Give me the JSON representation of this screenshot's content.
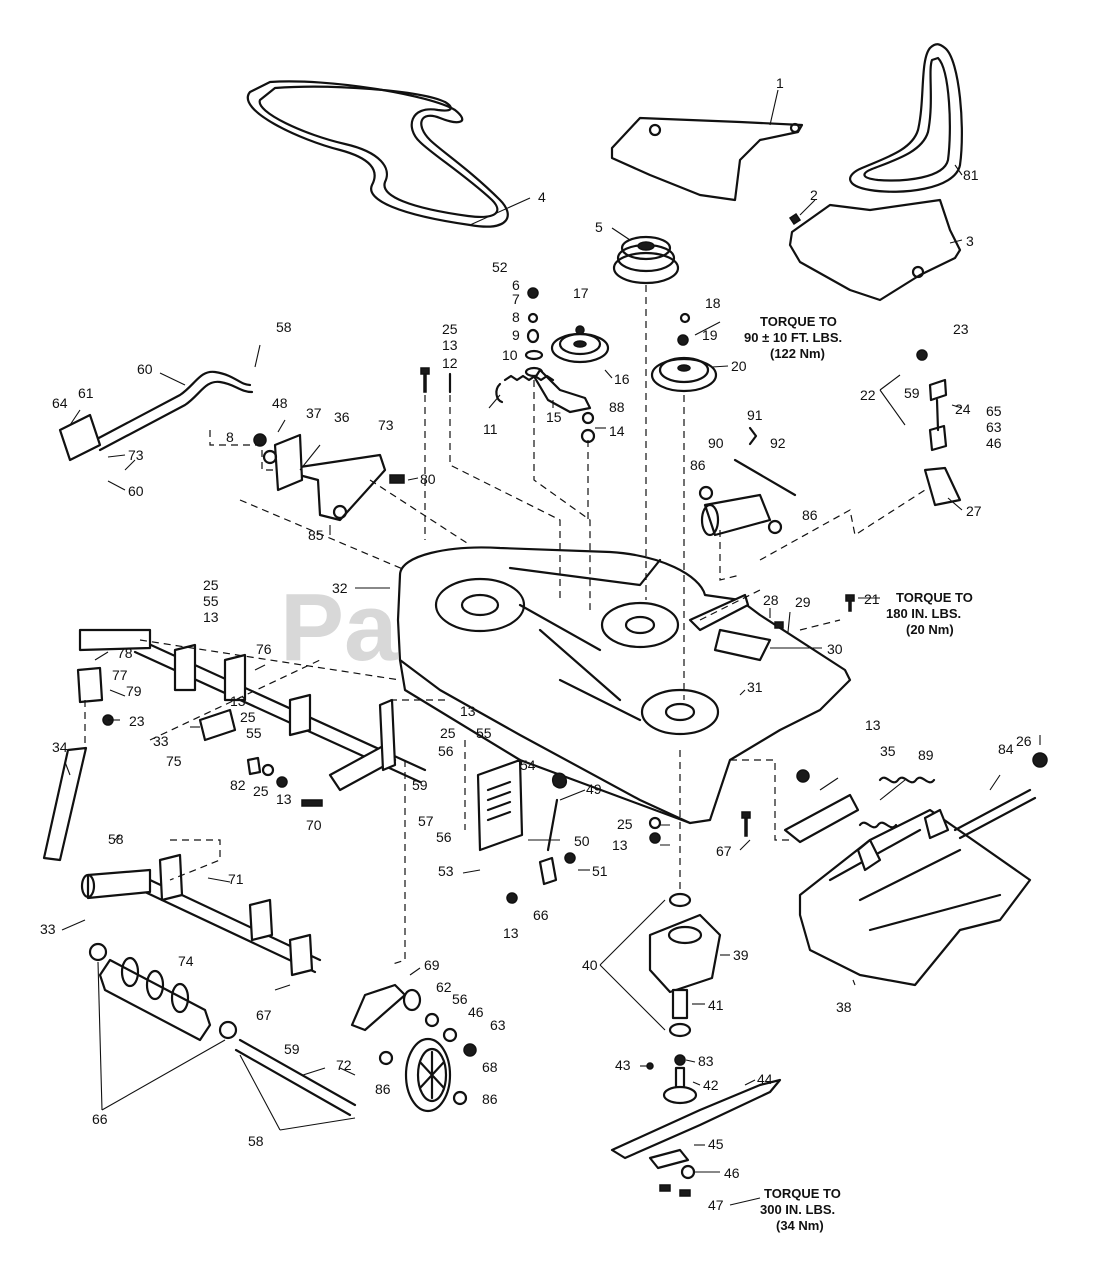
{
  "watermark": "PartsTree",
  "torque_notes": [
    {
      "id": "n19",
      "lines": [
        "TORQUE TO",
        "90 ± 10 FT. LBS.",
        "(122 Nm)"
      ]
    },
    {
      "id": "n21",
      "lines": [
        "TORQUE TO",
        "180 IN. LBS.",
        "(20 Nm)"
      ]
    },
    {
      "id": "n47",
      "lines": [
        "TORQUE TO",
        "300 IN. LBS.",
        "(34 Nm)"
      ]
    }
  ],
  "labels": [
    {
      "id": "l1",
      "text": "1"
    },
    {
      "id": "l81",
      "text": "81"
    },
    {
      "id": "l4",
      "text": "4"
    },
    {
      "id": "l2",
      "text": "2"
    },
    {
      "id": "l3",
      "text": "3"
    },
    {
      "id": "l52",
      "text": "52"
    },
    {
      "id": "l6",
      "text": "6"
    },
    {
      "id": "l7",
      "text": "7"
    },
    {
      "id": "l8a",
      "text": "8"
    },
    {
      "id": "l9",
      "text": "9"
    },
    {
      "id": "l10",
      "text": "10"
    },
    {
      "id": "l5",
      "text": "5"
    },
    {
      "id": "l17",
      "text": "17"
    },
    {
      "id": "l18",
      "text": "18"
    },
    {
      "id": "l19",
      "text": "19"
    },
    {
      "id": "l16",
      "text": "16"
    },
    {
      "id": "l20",
      "text": "20"
    },
    {
      "id": "l23a",
      "text": "23"
    },
    {
      "id": "l22",
      "text": "22"
    },
    {
      "id": "l59a",
      "text": "59"
    },
    {
      "id": "l24",
      "text": "24"
    },
    {
      "id": "l65",
      "text": "65"
    },
    {
      "id": "l63a",
      "text": "63"
    },
    {
      "id": "l46a",
      "text": "46"
    },
    {
      "id": "l27",
      "text": "27"
    },
    {
      "id": "l25a",
      "text": "25"
    },
    {
      "id": "l13a",
      "text": "13"
    },
    {
      "id": "l12",
      "text": "12"
    },
    {
      "id": "l11",
      "text": "11"
    },
    {
      "id": "l15",
      "text": "15"
    },
    {
      "id": "l88",
      "text": "88"
    },
    {
      "id": "l14",
      "text": "14"
    },
    {
      "id": "l58a",
      "text": "58"
    },
    {
      "id": "l60a",
      "text": "60"
    },
    {
      "id": "l64",
      "text": "64"
    },
    {
      "id": "l61",
      "text": "61"
    },
    {
      "id": "l48",
      "text": "48"
    },
    {
      "id": "l37",
      "text": "37"
    },
    {
      "id": "l36",
      "text": "36"
    },
    {
      "id": "l8b",
      "text": "8"
    },
    {
      "id": "l73a",
      "text": "73"
    },
    {
      "id": "l73b",
      "text": "73"
    },
    {
      "id": "l80",
      "text": "80"
    },
    {
      "id": "l60b",
      "text": "60"
    },
    {
      "id": "l85",
      "text": "85"
    },
    {
      "id": "l91",
      "text": "91"
    },
    {
      "id": "l90",
      "text": "90"
    },
    {
      "id": "l92",
      "text": "92"
    },
    {
      "id": "l86a",
      "text": "86"
    },
    {
      "id": "l86b",
      "text": "86"
    },
    {
      "id": "l32",
      "text": "32"
    },
    {
      "id": "l28",
      "text": "28"
    },
    {
      "id": "l29",
      "text": "29"
    },
    {
      "id": "l21",
      "text": "21"
    },
    {
      "id": "l30",
      "text": "30"
    },
    {
      "id": "l31",
      "text": "31"
    },
    {
      "id": "l25b",
      "text": "25"
    },
    {
      "id": "l55a",
      "text": "55"
    },
    {
      "id": "l13b",
      "text": "13"
    },
    {
      "id": "l78",
      "text": "78"
    },
    {
      "id": "l77",
      "text": "77"
    },
    {
      "id": "l76",
      "text": "76"
    },
    {
      "id": "l79",
      "text": "79"
    },
    {
      "id": "l23b",
      "text": "23"
    },
    {
      "id": "l13c",
      "text": "13"
    },
    {
      "id": "l25c",
      "text": "25"
    },
    {
      "id": "l55b",
      "text": "55"
    },
    {
      "id": "l33a",
      "text": "33"
    },
    {
      "id": "l75",
      "text": "75"
    },
    {
      "id": "l34",
      "text": "34"
    },
    {
      "id": "l82",
      "text": "82"
    },
    {
      "id": "l25d",
      "text": "25"
    },
    {
      "id": "l13d",
      "text": "13"
    },
    {
      "id": "l70",
      "text": "70"
    },
    {
      "id": "l13e",
      "text": "13"
    },
    {
      "id": "l25e",
      "text": "25"
    },
    {
      "id": "l56a",
      "text": "56"
    },
    {
      "id": "l55c",
      "text": "55"
    },
    {
      "id": "l59b",
      "text": "59"
    },
    {
      "id": "l57",
      "text": "57"
    },
    {
      "id": "l56b",
      "text": "56"
    },
    {
      "id": "l54",
      "text": "54"
    },
    {
      "id": "l49",
      "text": "49"
    },
    {
      "id": "l53",
      "text": "53"
    },
    {
      "id": "l50",
      "text": "50"
    },
    {
      "id": "l51",
      "text": "51"
    },
    {
      "id": "l25f",
      "text": "25"
    },
    {
      "id": "l13f",
      "text": "13"
    },
    {
      "id": "l66a",
      "text": "66"
    },
    {
      "id": "l13g",
      "text": "13"
    },
    {
      "id": "l67a",
      "text": "67"
    },
    {
      "id": "l13h",
      "text": "13"
    },
    {
      "id": "l35",
      "text": "35"
    },
    {
      "id": "l89",
      "text": "89"
    },
    {
      "id": "l84",
      "text": "84"
    },
    {
      "id": "l26",
      "text": "26"
    },
    {
      "id": "l38",
      "text": "38"
    },
    {
      "id": "l58b",
      "text": "58"
    },
    {
      "id": "l71",
      "text": "71"
    },
    {
      "id": "l33b",
      "text": "33"
    },
    {
      "id": "l74",
      "text": "74"
    },
    {
      "id": "l67b",
      "text": "67"
    },
    {
      "id": "l69",
      "text": "69"
    },
    {
      "id": "l62",
      "text": "62"
    },
    {
      "id": "l56c",
      "text": "56"
    },
    {
      "id": "l46b",
      "text": "46"
    },
    {
      "id": "l63b",
      "text": "63"
    },
    {
      "id": "l59c",
      "text": "59"
    },
    {
      "id": "l68",
      "text": "68"
    },
    {
      "id": "l86c",
      "text": "86"
    },
    {
      "id": "l86d",
      "text": "86"
    },
    {
      "id": "l72",
      "text": "72"
    },
    {
      "id": "l66b",
      "text": "66"
    },
    {
      "id": "l58c",
      "text": "58"
    },
    {
      "id": "l40",
      "text": "40"
    },
    {
      "id": "l39",
      "text": "39"
    },
    {
      "id": "l41",
      "text": "41"
    },
    {
      "id": "l83",
      "text": "83"
    },
    {
      "id": "l43",
      "text": "43"
    },
    {
      "id": "l42",
      "text": "42"
    },
    {
      "id": "l44",
      "text": "44"
    },
    {
      "id": "l45",
      "text": "45"
    },
    {
      "id": "l46c",
      "text": "46"
    },
    {
      "id": "l47",
      "text": "47"
    }
  ]
}
